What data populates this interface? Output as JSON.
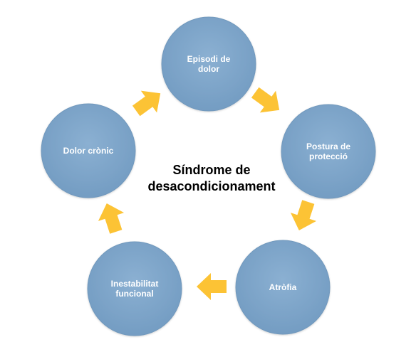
{
  "diagram": {
    "center_title": [
      "Síndrome de",
      "desacondicionament"
    ],
    "nodes": [
      {
        "id": "episodi-de-dolor",
        "label": [
          "Episodi de",
          "dolor"
        ]
      },
      {
        "id": "postura-de-proteccio",
        "label": [
          "Postura de",
          "protecció"
        ]
      },
      {
        "id": "atrofia",
        "label": [
          "Atròfia"
        ]
      },
      {
        "id": "inestabilitat-funcional",
        "label": [
          "Inestabilitat",
          "funcional"
        ]
      },
      {
        "id": "dolor-cronic",
        "label": [
          "Dolor crònic"
        ]
      }
    ],
    "edges": [
      {
        "from": "episodi-de-dolor",
        "to": "postura-de-proteccio"
      },
      {
        "from": "postura-de-proteccio",
        "to": "atrofia"
      },
      {
        "from": "atrofia",
        "to": "inestabilitat-funcional"
      },
      {
        "from": "inestabilitat-funcional",
        "to": "dolor-cronic"
      },
      {
        "from": "dolor-cronic",
        "to": "episodi-de-dolor"
      }
    ],
    "colors": {
      "node_fill": "#7FA6CA",
      "node_stroke": "#7299BD",
      "node_text": "#ffffff",
      "arrow_fill": "#FCC335",
      "title_text": "#000000"
    }
  }
}
